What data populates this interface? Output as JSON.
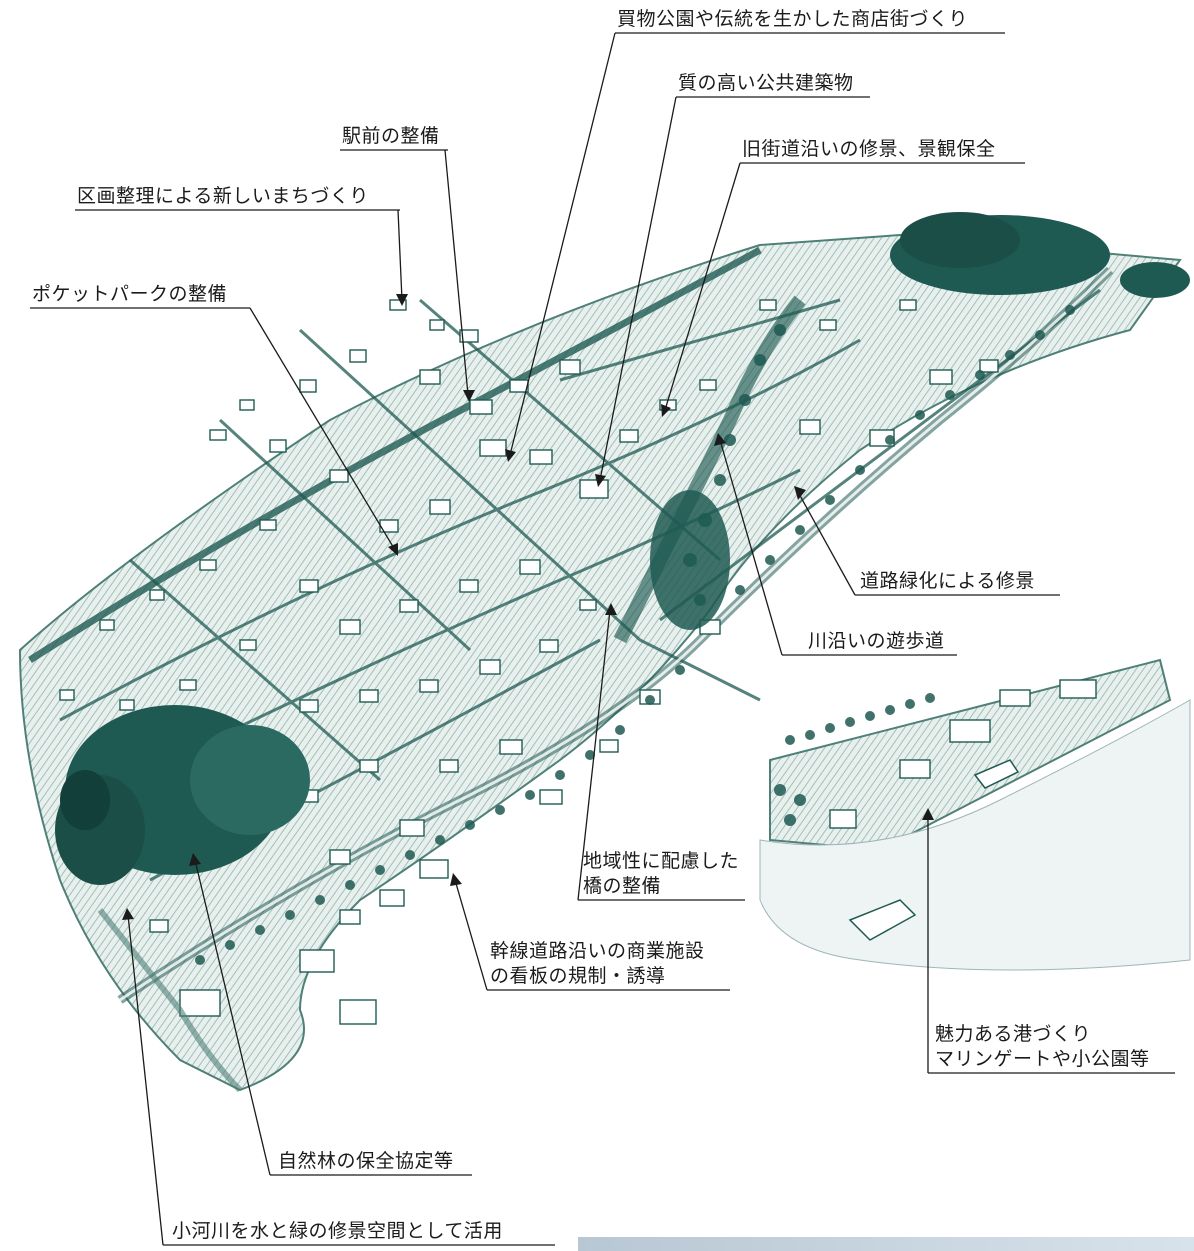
{
  "labels": {
    "shopping_street": "買物公園や伝統を生かした商店街づくり",
    "public_buildings": "質の高い公共建築物",
    "station_front": "駅前の整備",
    "old_road_landscape": "旧街道沿いの修景、景観保全",
    "land_readjustment": "区画整理による新しいまちづくり",
    "pocket_park": "ポケットパークの整備",
    "road_greening": "道路緑化による修景",
    "riverside_promenade": "川沿いの遊歩道",
    "regional_bridge": [
      "地域性に配慮した",
      "橋の整備"
    ],
    "trunk_road_signs": [
      "幹線道路沿いの商業施設",
      "の看板の規制・誘導"
    ],
    "attractive_port": [
      "魅力ある港づくり",
      "マリンゲートや小公園等"
    ],
    "natural_forest": "自然林の保全協定等",
    "small_river": "小河川を水と緑の修景空間として活用"
  },
  "colors": {
    "ink": "#1b1b1b",
    "green_dark": "#1f5a52",
    "green_mid": "#4f8078",
    "green_light": "#b9d2cc",
    "water": "#e4ecee"
  }
}
